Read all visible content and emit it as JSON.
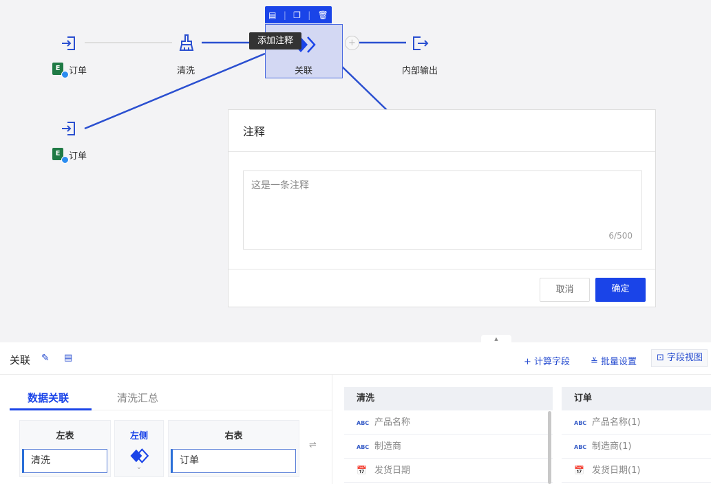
{
  "canvas": {
    "nodes": {
      "input1": "订单",
      "clean": "清洗",
      "join": "关联",
      "output": "内部输出",
      "input2": "订单"
    },
    "toolbar_tooltip": "添加注释"
  },
  "dialog": {
    "title": "注释",
    "text": "这是一条注释",
    "counter": "6/500",
    "cancel": "取消",
    "confirm": "确定"
  },
  "panel": {
    "title": "关联",
    "actions": {
      "calc_field": "+ 计算字段",
      "batch": "≚ 批量设置",
      "field_view": "字段视图"
    },
    "tabs": [
      "数据关联",
      "清洗汇总"
    ],
    "left_label": "左表",
    "join_label": "左侧",
    "right_label": "右表",
    "left_value": "清洗",
    "right_value": "订单",
    "tables": [
      {
        "title": "清洗",
        "rows": [
          {
            "type": "ABC",
            "name": "产品名称"
          },
          {
            "type": "ABC",
            "name": "制造商"
          },
          {
            "type": "date",
            "name": "发货日期"
          }
        ]
      },
      {
        "title": "订单",
        "rows": [
          {
            "type": "ABC",
            "name": "产品名称(1)"
          },
          {
            "type": "ABC",
            "name": "制造商(1)"
          },
          {
            "type": "date",
            "name": "发货日期(1)"
          }
        ]
      }
    ]
  },
  "colors": {
    "accent": "#1a44e8",
    "line": "#2a4fd0"
  }
}
